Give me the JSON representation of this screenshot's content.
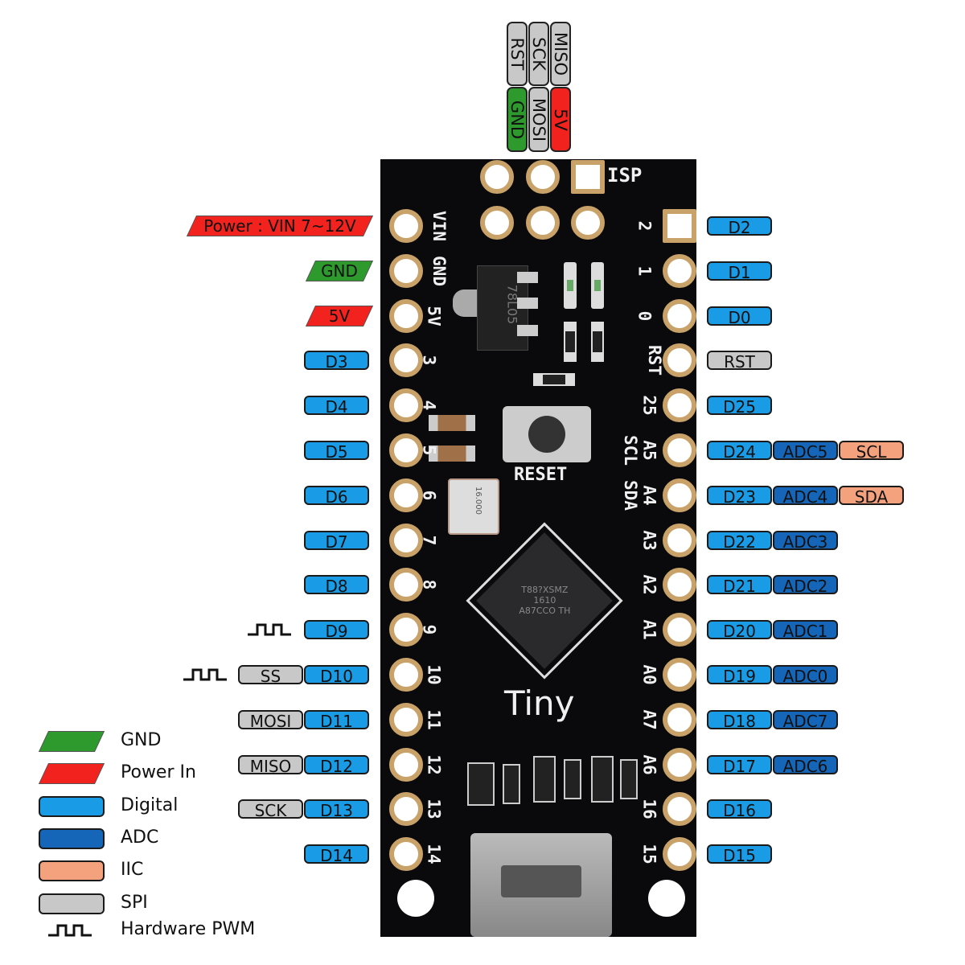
{
  "colors": {
    "gnd": "#2e9a2e",
    "power": "#f2231f",
    "digital": "#1a9be6",
    "adc": "#1566b8",
    "iic": "#f4a27e",
    "spi": "#c8c8c8",
    "board": "#0a0a0c",
    "pad": "#c8a269"
  },
  "isp": {
    "label": "ISP",
    "top": [
      "RST",
      "SCK",
      "MISO"
    ],
    "bottom": [
      "GND",
      "MOSI",
      "5V"
    ],
    "bottom_colors": [
      "gnd",
      "spi",
      "power"
    ]
  },
  "left_pins": [
    {
      "silk": "VIN",
      "label": "Power : VIN 7~12V",
      "type": "power",
      "shape": "para"
    },
    {
      "silk": "GND",
      "label": "GND",
      "type": "gnd",
      "shape": "para"
    },
    {
      "silk": "5V",
      "label": "5V",
      "type": "power",
      "shape": "para"
    },
    {
      "silk": "3",
      "label": "D3",
      "type": "digital"
    },
    {
      "silk": "4",
      "label": "D4",
      "type": "digital"
    },
    {
      "silk": "5",
      "label": "D5",
      "type": "digital"
    },
    {
      "silk": "6",
      "label": "D6",
      "type": "digital"
    },
    {
      "silk": "7",
      "label": "D7",
      "type": "digital"
    },
    {
      "silk": "8",
      "label": "D8",
      "type": "digital"
    },
    {
      "silk": "9",
      "label": "D9",
      "type": "digital",
      "pwm": true
    },
    {
      "silk": "10",
      "label": "D10",
      "type": "digital",
      "spi": "SS",
      "pwm": true
    },
    {
      "silk": "11",
      "label": "D11",
      "type": "digital",
      "spi": "MOSI"
    },
    {
      "silk": "12",
      "label": "D12",
      "type": "digital",
      "spi": "MISO"
    },
    {
      "silk": "13",
      "label": "D13",
      "type": "digital",
      "spi": "SCK"
    },
    {
      "silk": "14",
      "label": "D14",
      "type": "digital"
    }
  ],
  "right_pins": [
    {
      "silk": "2",
      "label": "D2",
      "type": "digital"
    },
    {
      "silk": "1",
      "label": "D1",
      "type": "digital"
    },
    {
      "silk": "0",
      "label": "D0",
      "type": "digital"
    },
    {
      "silk": "RST",
      "label": "RST",
      "type": "spi"
    },
    {
      "silk": "25",
      "label": "D25",
      "type": "digital"
    },
    {
      "silk": "A5",
      "label": "D24",
      "type": "digital",
      "adc": "ADC5",
      "iic": "SCL",
      "silk2": "SCL"
    },
    {
      "silk": "A4",
      "label": "D23",
      "type": "digital",
      "adc": "ADC4",
      "iic": "SDA",
      "silk2": "SDA"
    },
    {
      "silk": "A3",
      "label": "D22",
      "type": "digital",
      "adc": "ADC3"
    },
    {
      "silk": "A2",
      "label": "D21",
      "type": "digital",
      "adc": "ADC2"
    },
    {
      "silk": "A1",
      "label": "D20",
      "type": "digital",
      "adc": "ADC1"
    },
    {
      "silk": "A0",
      "label": "D19",
      "type": "digital",
      "adc": "ADC0"
    },
    {
      "silk": "A7",
      "label": "D18",
      "type": "digital",
      "adc": "ADC7"
    },
    {
      "silk": "A6",
      "label": "D17",
      "type": "digital",
      "adc": "ADC6"
    },
    {
      "silk": "16",
      "label": "D16",
      "type": "digital"
    },
    {
      "silk": "15",
      "label": "D15",
      "type": "digital"
    }
  ],
  "board": {
    "name": "Tiny",
    "reset_label": "RESET",
    "regulator": "78L05",
    "chip_text": [
      "T88?XSMZ",
      "1610",
      "A87CCO TH"
    ],
    "crystal": "16.000"
  },
  "legend": [
    {
      "label": "GND",
      "type": "gnd",
      "shape": "para"
    },
    {
      "label": "Power In",
      "type": "power",
      "shape": "para"
    },
    {
      "label": "Digital",
      "type": "digital"
    },
    {
      "label": "ADC",
      "type": "adc"
    },
    {
      "label": "IIC",
      "type": "iic"
    },
    {
      "label": "SPI",
      "type": "spi"
    },
    {
      "label": "Hardware PWM",
      "type": "pwm"
    }
  ]
}
